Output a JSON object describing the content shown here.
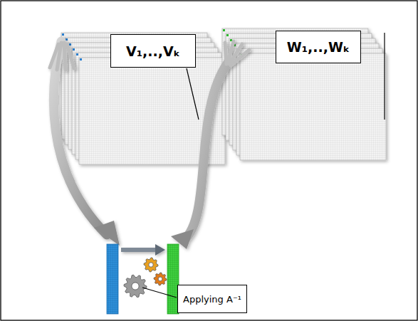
{
  "diagram": {
    "nodes": [
      {
        "text": [
          "V₁,..,Vₖ"
        ]
      },
      {
        "text": [
          "W₁,..,Wₖ"
        ]
      },
      {
        "text": [
          "Applying A⁻¹"
        ]
      }
    ]
  }
}
